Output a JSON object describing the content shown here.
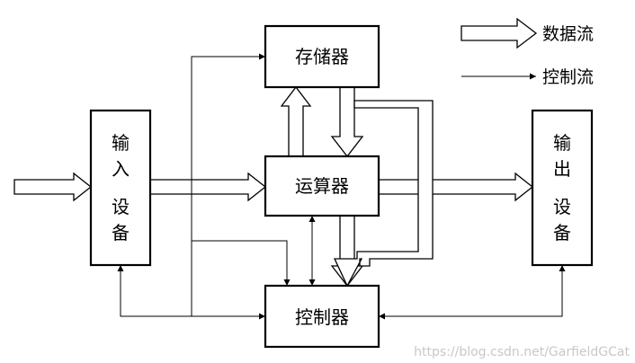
{
  "blocks": {
    "memory": "存储器",
    "alu": "运算器",
    "controller": "控制器",
    "input": [
      "输",
      "入",
      "设",
      "备"
    ],
    "output": [
      "输",
      "出",
      "设",
      "备"
    ]
  },
  "legend": {
    "data_flow": "数据流",
    "control_flow": "控制流"
  },
  "watermark": "https://blog.csdn.net/GarfieldGCat"
}
